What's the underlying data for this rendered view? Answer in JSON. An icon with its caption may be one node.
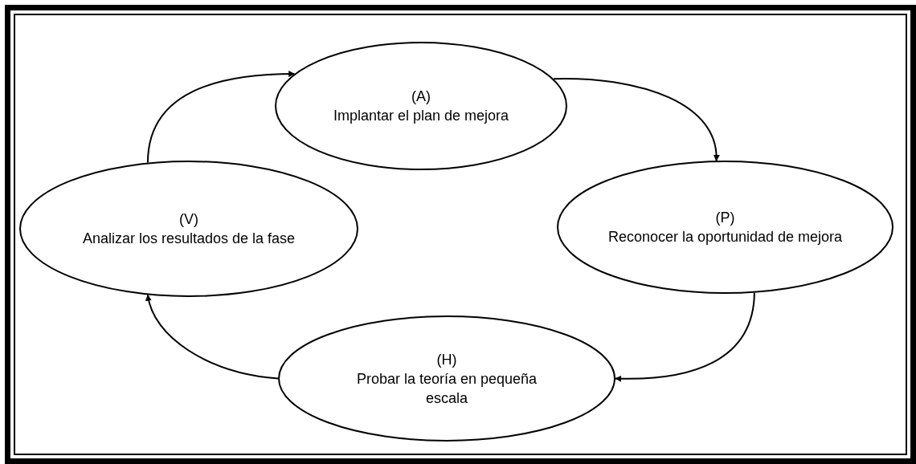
{
  "diagram": {
    "nodes": [
      {
        "text": [
          "(A)",
          "Implantar el plan de mejora"
        ]
      },
      {
        "text": [
          "(P)",
          "Reconocer la oportunidad de mejora"
        ]
      },
      {
        "text": [
          "(H)",
          "Probar la teoría en pequeña escala"
        ]
      },
      {
        "text": [
          "(V)",
          "Analizar los resultados de la fase"
        ]
      }
    ],
    "edges": [
      {
        "from": 0,
        "to": 1,
        "arrow": "to"
      },
      {
        "from": 1,
        "to": 2,
        "arrow": "to"
      },
      {
        "from": 2,
        "to": 3,
        "arrow": "to"
      },
      {
        "from": 3,
        "to": 0,
        "arrow": "to"
      }
    ]
  }
}
